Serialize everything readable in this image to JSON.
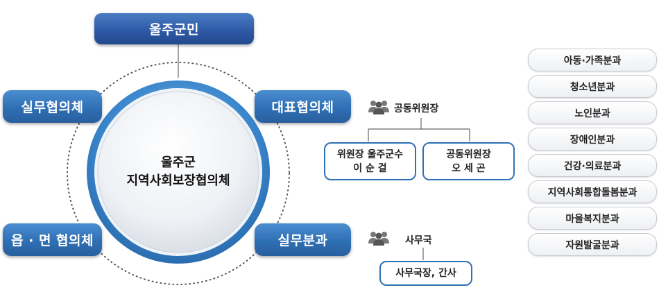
{
  "center": {
    "line1": "울주군",
    "line2": "지역사회보장협의체"
  },
  "top_box": "울주군민",
  "left_top": "실무협의체",
  "left_bottom": "읍 · 면 협의체",
  "right_top": "대표협의체",
  "right_bottom": "실무분과",
  "representative": {
    "heading": "공동위원장",
    "chairs": [
      {
        "line1": "위원장 울주군수",
        "line2": "이 순 걸"
      },
      {
        "line1": "공동위원장",
        "line2": "오 세 곤"
      }
    ]
  },
  "secretariat": {
    "heading": "사무국",
    "member": "사무국장, 간사"
  },
  "subcommittees": [
    "아동·가족분과",
    "청소년분과",
    "노인분과",
    "장애인분과",
    "건강·의료분과",
    "지역사회통합돌봄분과",
    "마을복지분과",
    "자원발굴분과"
  ],
  "colors": {
    "primary_blue": "#2f6fb4",
    "dark_blue": "#2c57a3"
  },
  "icons": [
    "people-icon"
  ]
}
